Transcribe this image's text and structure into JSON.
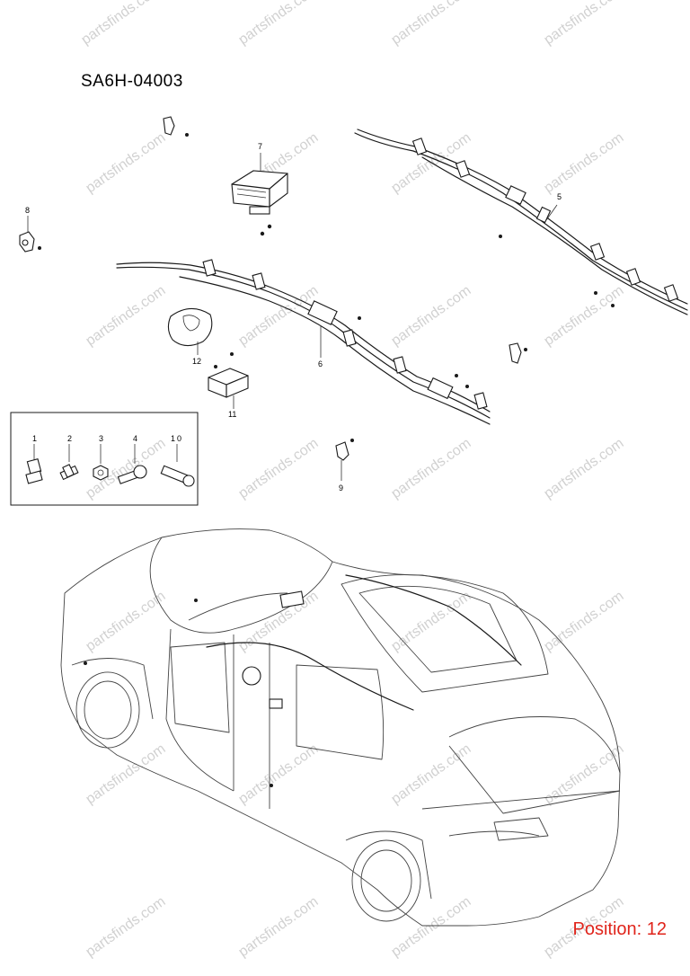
{
  "diagram_code": "SA6H-04003",
  "position_label": "Position: 12",
  "watermark": "partsfinds.com",
  "callouts": {
    "c1": "1",
    "c2": "2",
    "c3": "3",
    "c4": "4",
    "c10": "10",
    "c5": "5",
    "c6": "6",
    "c7": "7",
    "c8": "8",
    "c9": "9",
    "c11": "11",
    "c12": "12"
  },
  "colors": {
    "position_text": "#e0241b",
    "watermark": "#9a9a9a",
    "line": "#1a1a1a"
  }
}
